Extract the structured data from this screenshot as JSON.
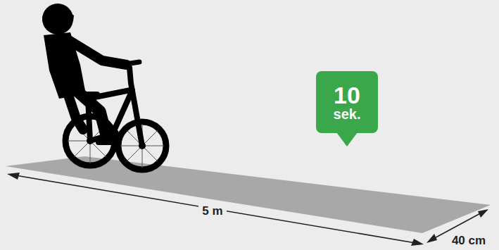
{
  "diagram": {
    "nodes": [
      {
        "text": [
          "10",
          "sek."
        ]
      }
    ],
    "labels": [
      "5 m",
      "40 cm"
    ]
  }
}
